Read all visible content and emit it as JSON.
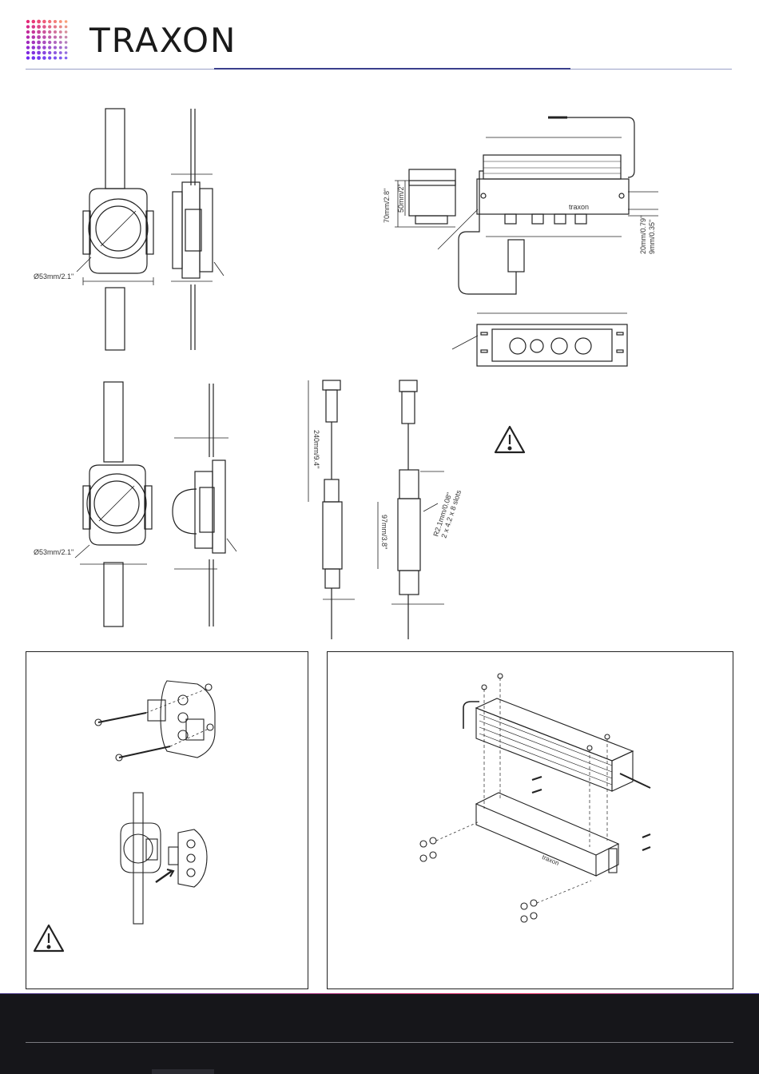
{
  "header": {
    "brand": "TRAXON"
  },
  "drawing_labels": {
    "dia1": "Ø53mm/2.1\"",
    "dia2": "Ø53mm/2.1\"",
    "psu_height": "70mm/2.8\"",
    "psu_inner_height": "50mm/2\"",
    "psu_offset_a": "20mm/0.79\"",
    "psu_offset_b": "9mm/0.35\"",
    "psu_logo": "traxon",
    "cable_len": "240mm/9.4\"",
    "box_len": "97mm/3.8\"",
    "radius": "R2.1mm/0.08\"",
    "slots": "2 x 4.2 x 8 slots",
    "housing_logo": "traxon"
  },
  "colors": {
    "brand_accent": "#3a3f8c",
    "footer_bg": "#16161a",
    "stripe_pink": "#e0245e",
    "stripe_purple": "#3b2a7a"
  },
  "icons": {
    "logo": "color-dot-grid-icon",
    "warning": "warning-triangle-icon"
  }
}
